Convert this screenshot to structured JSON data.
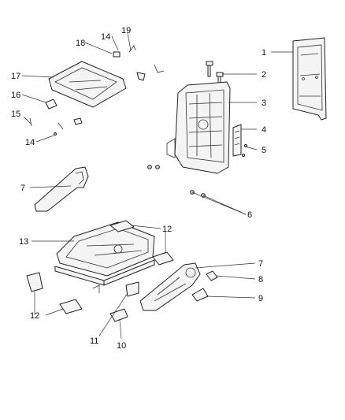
{
  "diagram": {
    "callouts": [
      {
        "id": "c1",
        "text": "1"
      },
      {
        "id": "c2",
        "text": "2"
      },
      {
        "id": "c3",
        "text": "3"
      },
      {
        "id": "c4",
        "text": "4"
      },
      {
        "id": "c5",
        "text": "5"
      },
      {
        "id": "c6",
        "text": "6"
      },
      {
        "id": "c7a",
        "text": "7"
      },
      {
        "id": "c7b",
        "text": "7"
      },
      {
        "id": "c8",
        "text": "8"
      },
      {
        "id": "c9",
        "text": "9"
      },
      {
        "id": "c10",
        "text": "10"
      },
      {
        "id": "c11",
        "text": "11"
      },
      {
        "id": "c12a",
        "text": "12"
      },
      {
        "id": "c12b",
        "text": "12"
      },
      {
        "id": "c13",
        "text": "13"
      },
      {
        "id": "c14a",
        "text": "14"
      },
      {
        "id": "c14b",
        "text": "14"
      },
      {
        "id": "c15",
        "text": "15"
      },
      {
        "id": "c16",
        "text": "16"
      },
      {
        "id": "c17",
        "text": "17"
      },
      {
        "id": "c18",
        "text": "18"
      },
      {
        "id": "c19",
        "text": "19"
      }
    ]
  }
}
